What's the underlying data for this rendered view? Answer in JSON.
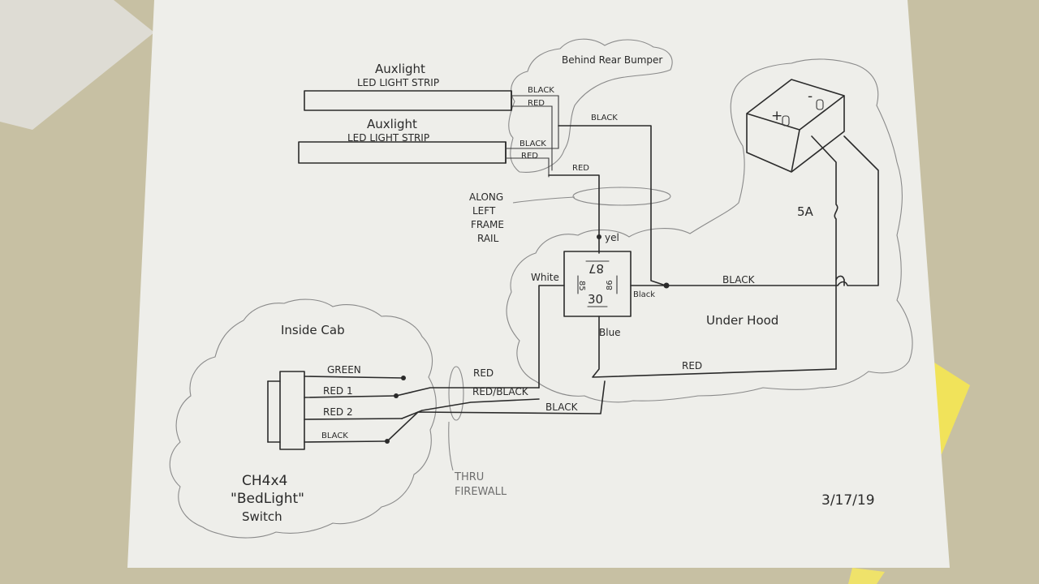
{
  "labels": {
    "strip1_brand": "Auxlight",
    "strip1_desc": "LED LIGHT STRIP",
    "strip2_brand": "Auxlight",
    "strip2_desc": "LED LIGHT STRIP",
    "strip1_black": "BLACK",
    "strip1_red": "RED",
    "strip2_black": "BLACK",
    "strip2_red": "RED",
    "rear_bumper": "Behind Rear Bumper",
    "black_top": "BLACK",
    "red_vertical": "RED",
    "frame_rail": [
      "ALONG",
      "LEFT",
      "FRAME",
      "RAIL"
    ],
    "yel": "yel",
    "white": "White",
    "relay_87": "87",
    "relay_30": "30",
    "relay_85": "85",
    "relay_86": "86",
    "relay_black": "Black",
    "blue": "Blue",
    "black_mid": "BLACK",
    "under_hood": "Under Hood",
    "red_lower": "RED",
    "fuse": "5A",
    "batt_plus": "+",
    "batt_minus": "-",
    "inside_cab": "Inside Cab",
    "green": "GREEN",
    "red1": "RED 1",
    "red2": "RED 2",
    "black_switch": "BLACK",
    "red_fw": "RED",
    "red_black_fw": "RED/BLACK",
    "black_fw": "BLACK",
    "thru_firewall": [
      "THRU",
      "FIREWALL"
    ],
    "switch_name": [
      "CH4x4",
      "\"BedLight\"",
      "Switch"
    ],
    "date": "3/17/19"
  },
  "colors": {
    "paper": "#eeeeea",
    "ink": "#2b2b2b",
    "pencil": "#8a8a8a",
    "sticky_note": "#f1e35a"
  }
}
